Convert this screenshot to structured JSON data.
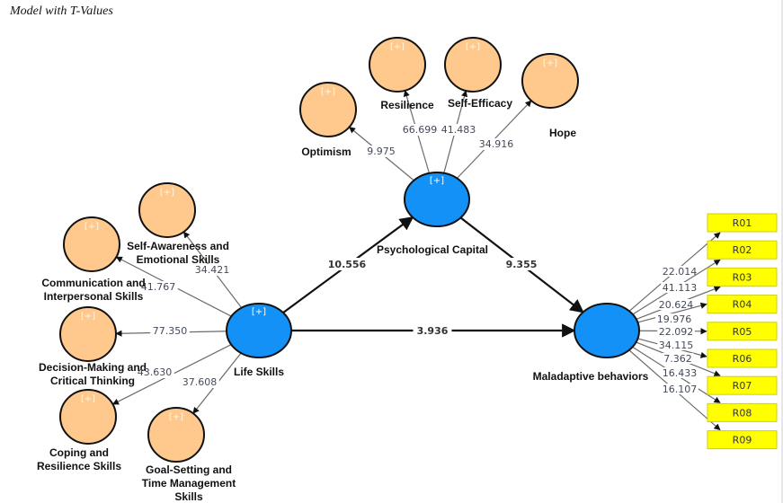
{
  "caption": "Model with T-Values",
  "colors": {
    "latent_fill": "#1391f7",
    "lower_order_fill": "#ffc98d",
    "indicator_fill": "#ffff00",
    "outline": "#111111"
  },
  "expand_marker": "[+]",
  "constructs": {
    "life_skills": {
      "label": "Life Skills"
    },
    "psych_capital": {
      "label": "Psychological Capital"
    },
    "maladaptive": {
      "label": "Maladaptive behaviors"
    }
  },
  "psych_capital_dimensions": [
    {
      "label": "Optimism",
      "t_value": "9.975"
    },
    {
      "label": "Resilience",
      "t_value": "66.699"
    },
    {
      "label": "Self-Efficacy",
      "t_value": "41.483"
    },
    {
      "label": "Hope",
      "t_value": "34.916"
    }
  ],
  "life_skills_dimensions": [
    {
      "label_lines": [
        "Self-Awareness and",
        "Emotional Skills"
      ],
      "t_value": "34.421"
    },
    {
      "label_lines": [
        "Communication and",
        "Interpersonal Skills"
      ],
      "t_value": "41.767"
    },
    {
      "label_lines": [
        "Decision-Making and",
        "Critical Thinking"
      ],
      "t_value": "77.350"
    },
    {
      "label_lines": [
        "Coping and",
        "Resilience Skills"
      ],
      "t_value": "43.630"
    },
    {
      "label_lines": [
        "Goal-Setting and",
        "Time Management",
        "Skills"
      ],
      "t_value": "37.608"
    }
  ],
  "structural_paths": [
    {
      "from": "Life Skills",
      "to": "Psychological Capital",
      "t_value": "10.556"
    },
    {
      "from": "Psychological Capital",
      "to": "Maladaptive behaviors",
      "t_value": "9.355"
    },
    {
      "from": "Life Skills",
      "to": "Maladaptive behaviors",
      "t_value": "3.936"
    }
  ],
  "indicators": [
    {
      "label": "R01",
      "t_value": "22.014"
    },
    {
      "label": "R02",
      "t_value": "41.113"
    },
    {
      "label": "R03",
      "t_value": "20.624"
    },
    {
      "label": "R04",
      "t_value": "19.976"
    },
    {
      "label": "R05",
      "t_value": "22.092"
    },
    {
      "label": "R06",
      "t_value": "34.115"
    },
    {
      "label": "R07",
      "t_value": "7.362"
    },
    {
      "label": "R08",
      "t_value": "16.433"
    },
    {
      "label": "R09",
      "t_value": "16.107"
    }
  ]
}
